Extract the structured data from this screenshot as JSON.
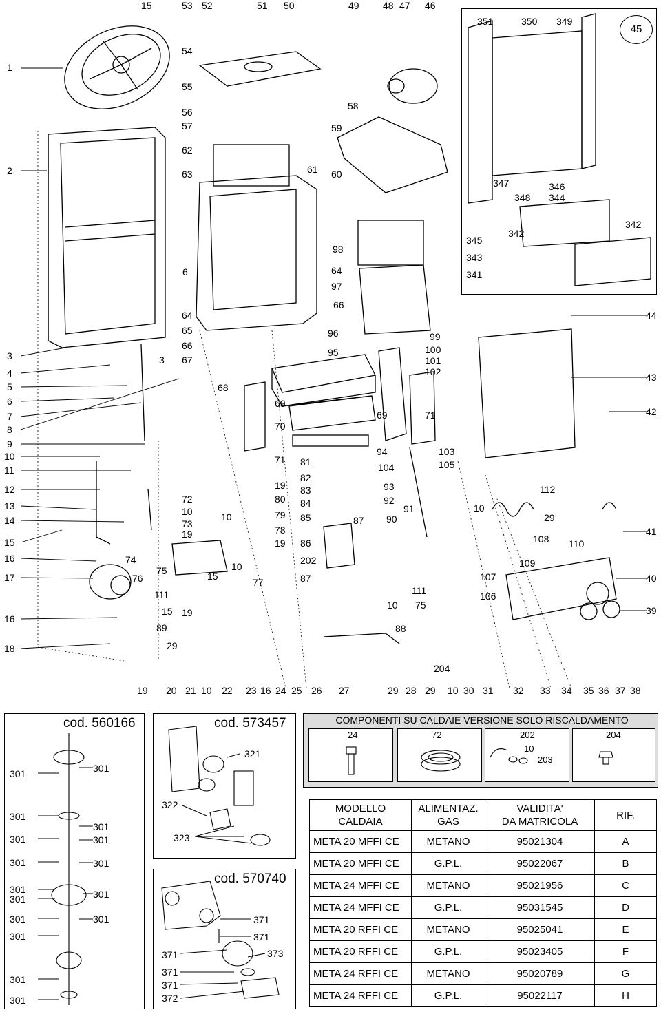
{
  "page_badge": "45",
  "callouts_top": [
    "15",
    "53",
    "52",
    "51",
    "50",
    "49",
    "48",
    "47",
    "46",
    "351",
    "350",
    "349"
  ],
  "callouts_left": [
    "1",
    "2",
    "3",
    "4",
    "5",
    "6",
    "7",
    "8",
    "9",
    "10",
    "11",
    "12",
    "13",
    "14",
    "15",
    "16",
    "17",
    "16",
    "18"
  ],
  "callouts_right": [
    "44",
    "43",
    "42",
    "41",
    "40",
    "39"
  ],
  "callouts_bottom": [
    "19",
    "20",
    "21",
    "10",
    "22",
    "23",
    "16",
    "24",
    "25",
    "26",
    "27",
    "29",
    "28",
    "29",
    "10",
    "30",
    "31",
    "32",
    "33",
    "34",
    "35",
    "36",
    "37",
    "38"
  ],
  "callouts_inner": {
    "c54": "54",
    "c55": "55",
    "c56": "56",
    "c57": "57",
    "c62": "62",
    "c63": "63",
    "c61": "61",
    "c60": "60",
    "c59": "59",
    "c58": "58",
    "c6": "6",
    "c64a": "64",
    "c65": "65",
    "c66a": "66",
    "c67": "67",
    "c3b": "3",
    "c68": "68",
    "c69a": "69",
    "c70": "70",
    "c71a": "71",
    "c98": "98",
    "c64b": "64",
    "c97": "97",
    "c66b": "66",
    "c96": "96",
    "c95": "95",
    "c69b": "69",
    "c71b": "71",
    "c99": "99",
    "c100": "100",
    "c101": "101",
    "c102": "102",
    "c103": "103",
    "c105": "105",
    "c94": "94",
    "c104": "104",
    "c81": "81",
    "c82": "82",
    "c83": "83",
    "c84": "84",
    "c85": "85",
    "c86": "86",
    "c87a": "87",
    "c87b": "87",
    "c202": "202",
    "c93": "93",
    "c92": "92",
    "c91": "91",
    "c90": "90",
    "c19a": "19",
    "c80": "80",
    "c79": "79",
    "c78": "78",
    "c19b": "19",
    "c10a": "10",
    "c10b": "10",
    "c10c": "10",
    "c72": "72",
    "c73": "73",
    "c19c": "19",
    "c74": "74",
    "c75a": "75",
    "c76": "76",
    "c77": "77",
    "c15a": "15",
    "c111a": "111",
    "c15b": "15",
    "c19d": "19",
    "c89": "89",
    "c29a": "29",
    "c111b": "111",
    "c75b": "75",
    "c10d": "10",
    "c88": "88",
    "c204": "204",
    "c10e": "10",
    "c107": "107",
    "c106": "106",
    "c112": "112",
    "c29b": "29",
    "c108": "108",
    "c110": "110",
    "c109": "109",
    "c347": "347",
    "c348": "348",
    "c346": "346",
    "c344": "344",
    "c345": "345",
    "c342a": "342",
    "c342b": "342",
    "c343": "343",
    "c341": "341"
  },
  "kit_560166": {
    "title": "cod. 560166",
    "refs": [
      "301",
      "301",
      "301",
      "301",
      "301",
      "301",
      "301",
      "301",
      "301",
      "301",
      "301",
      "301",
      "301",
      "301",
      "301",
      "301"
    ]
  },
  "kit_573457": {
    "title": "cod. 573457",
    "refs": [
      "321",
      "322",
      "323"
    ]
  },
  "kit_570740": {
    "title": "cod. 570740",
    "refs": [
      "371",
      "371",
      "371",
      "373",
      "371",
      "371",
      "372"
    ]
  },
  "components": {
    "title": "COMPONENTI SU CALDAIE VERSIONE SOLO RISCALDAMENTO",
    "items": [
      {
        "num": "24"
      },
      {
        "num": "72"
      },
      {
        "num": "202",
        "sub1": "10",
        "sub2": "203"
      },
      {
        "num": "204"
      }
    ]
  },
  "spec_table": {
    "headers": [
      "MODELLO\nCALDAIA",
      "ALIMENTAZ.\nGAS",
      "VALIDITA'\nDA MATRICOLA",
      "RIF."
    ],
    "rows": [
      [
        "META 20 MFFI CE",
        "METANO",
        "95021304",
        "A"
      ],
      [
        "META 20 MFFI CE",
        "G.P.L.",
        "95022067",
        "B"
      ],
      [
        "META 24 MFFI CE",
        "METANO",
        "95021956",
        "C"
      ],
      [
        "META 24 MFFI CE",
        "G.P.L.",
        "95031545",
        "D"
      ],
      [
        "META 20 RFFI CE",
        "METANO",
        "95025041",
        "E"
      ],
      [
        "META 20 RFFI CE",
        "G.P.L.",
        "95023405",
        "F"
      ],
      [
        "META 24 RFFI CE",
        "METANO",
        "95020789",
        "G"
      ],
      [
        "META 24 RFFI CE",
        "G.P.L.",
        "95022117",
        "H"
      ]
    ]
  }
}
